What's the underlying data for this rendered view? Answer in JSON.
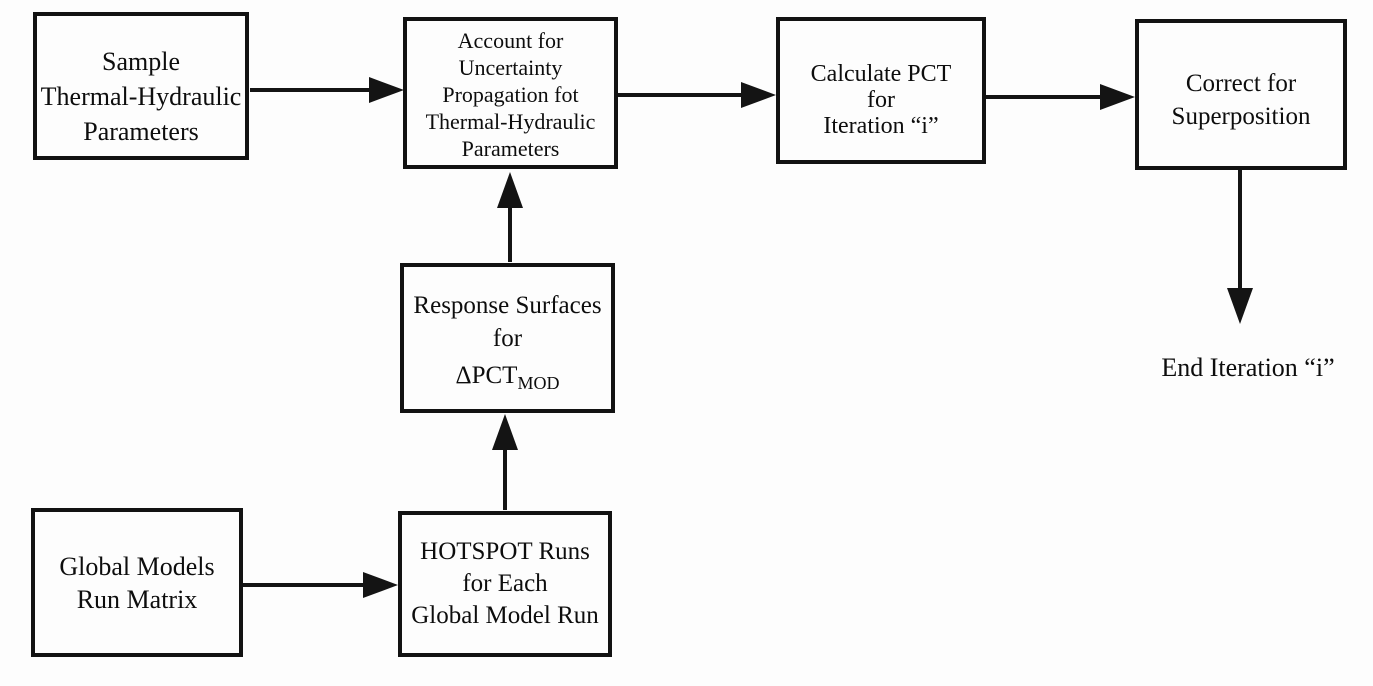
{
  "diagram": {
    "type": "flowchart",
    "nodes": {
      "sample": {
        "lines": [
          "Sample",
          "Thermal-Hydraulic",
          "Parameters"
        ]
      },
      "account": {
        "lines": [
          "Account for",
          "Uncertainty",
          "Propagation fot",
          "Thermal-Hydraulic",
          "Parameters"
        ]
      },
      "calculate": {
        "lines": [
          "Calculate PCT",
          "for",
          "Iteration “i”"
        ]
      },
      "correct": {
        "lines": [
          "Correct for",
          "Superposition"
        ]
      },
      "response": {
        "lines": [
          "Response Surfaces",
          "for"
        ],
        "formula_base": "ΔPCT",
        "formula_sub": "MOD"
      },
      "global_models": {
        "lines": [
          "Global Models",
          "Run Matrix"
        ]
      },
      "hotspot": {
        "lines": [
          "HOTSPOT Runs",
          "for Each",
          "Global Model Run"
        ]
      }
    },
    "labels": {
      "end_iteration": "End Iteration “i”"
    },
    "edges": [
      {
        "from": "sample",
        "to": "account"
      },
      {
        "from": "account",
        "to": "calculate"
      },
      {
        "from": "calculate",
        "to": "correct"
      },
      {
        "from": "correct",
        "to": "end_iteration"
      },
      {
        "from": "response",
        "to": "account"
      },
      {
        "from": "hotspot",
        "to": "response"
      },
      {
        "from": "global_models",
        "to": "hotspot"
      }
    ],
    "colors": {
      "ink": "#121212",
      "paper": "#fdfdfd"
    }
  }
}
